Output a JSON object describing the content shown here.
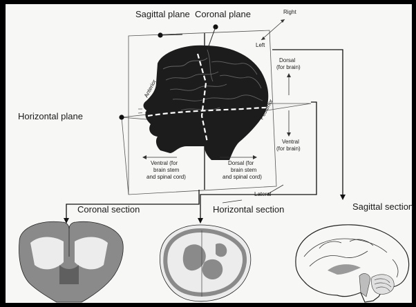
{
  "labels": {
    "sagittal_plane": "Sagittal plane",
    "coronal_plane": "Coronal plane",
    "horizontal_plane": "Horizontal plane",
    "right": "Right",
    "left": "Left",
    "anterior": "Anterior",
    "posterior": "Posterior",
    "dorsal_brain": [
      "Dorsal",
      "(for brain)"
    ],
    "ventral_brain": [
      "Ventral",
      "(for brain)"
    ],
    "ventral_stem": [
      "Ventral (for",
      "brain stem",
      "and spinal cord)"
    ],
    "dorsal_stem": [
      "Dorsal (for",
      "brain stem",
      "and spinal cord)"
    ],
    "lateral": "Lateral",
    "coronal_section": "Coronal section",
    "horizontal_section": "Horizontal section",
    "sagittal_section": "Sagittal section"
  },
  "colors": {
    "frame": "#000000",
    "paper": "#f7f7f5",
    "ink": "#1a1a1a",
    "gray_matter": "#8a8a8a",
    "white_matter": "#ececec"
  }
}
